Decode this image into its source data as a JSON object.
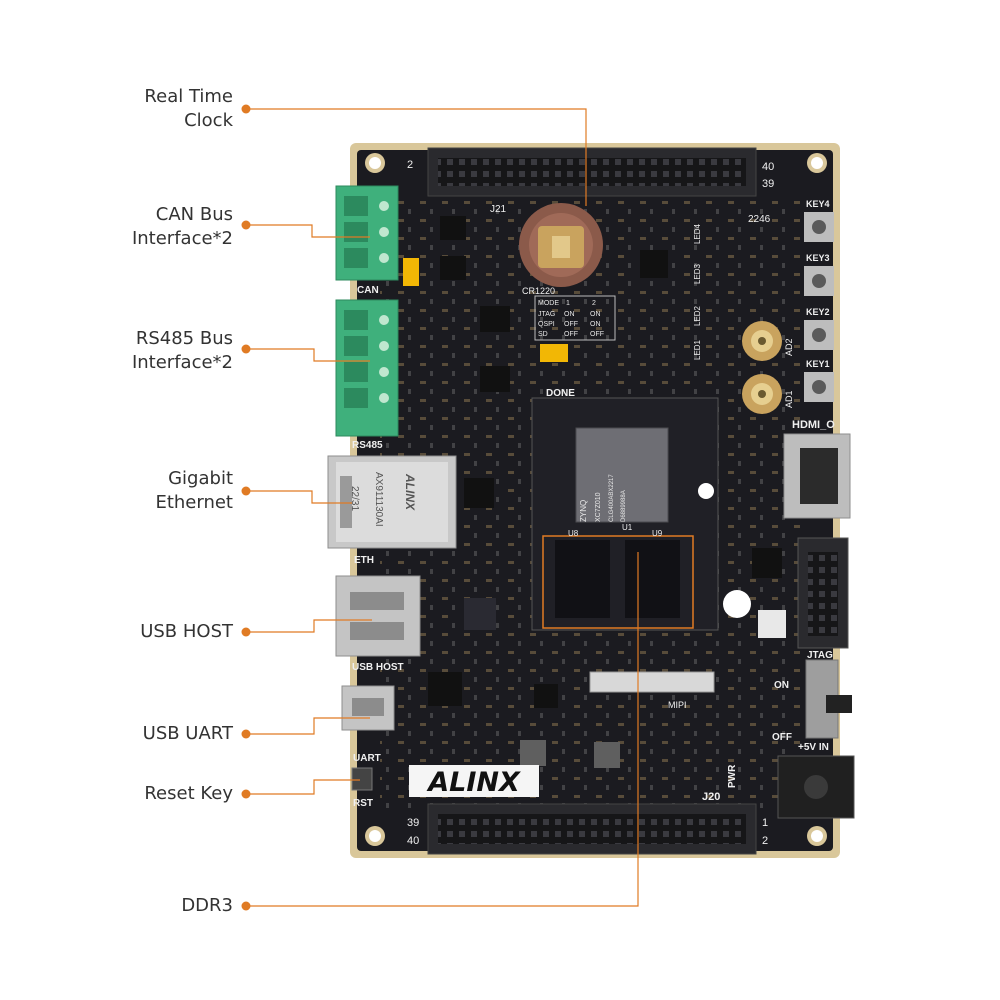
{
  "colors": {
    "leader": "#e07b24",
    "label_text": "#333333",
    "board": "#1b1b20",
    "board_edge": "#d9c79a",
    "terminal": "#3fb07c",
    "connector": "#2a2a2e"
  },
  "callouts": [
    {
      "id": "rtc",
      "lines": [
        "Real Time",
        "Clock"
      ]
    },
    {
      "id": "can",
      "lines": [
        "CAN Bus",
        "Interface*2"
      ]
    },
    {
      "id": "rs485",
      "lines": [
        "RS485 Bus",
        "Interface*2"
      ]
    },
    {
      "id": "eth",
      "lines": [
        "Gigabit",
        "Ethernet"
      ]
    },
    {
      "id": "usbhost",
      "lines": [
        "USB HOST"
      ]
    },
    {
      "id": "usbuart",
      "lines": [
        "USB UART"
      ]
    },
    {
      "id": "reset",
      "lines": [
        "Reset Key"
      ]
    },
    {
      "id": "ddr3",
      "lines": [
        "DDR3"
      ]
    }
  ],
  "board": {
    "brand": "ALINX",
    "silkscreen": {
      "j21": "J21",
      "j20": "J20",
      "pin_tl": "2",
      "pin_tr_40": "40",
      "pin_tr_39": "39",
      "pin_bl_39": "39",
      "pin_bl_40": "40",
      "pin_br_1": "1",
      "pin_br_2": "2",
      "battery": "CR1220",
      "board_num": "2246",
      "can": "CAN",
      "rs485": "RS485",
      "eth": "ETH",
      "usb_host": "USB HOST",
      "uart": "UART",
      "rst": "RST",
      "done": "DONE",
      "mipi": "MIPI",
      "pwr": "PWR",
      "hdmi": "HDMI_O",
      "jtag": "JTAG",
      "on": "ON",
      "off": "OFF",
      "power_in": "+5V IN",
      "key1": "KEY1",
      "key2": "KEY2",
      "key3": "KEY3",
      "key4": "KEY4",
      "ad1": "AD1",
      "ad2": "AD2",
      "led1": "LED1",
      "led2": "LED2",
      "led3": "LED3",
      "led4": "LED4",
      "u1": "U1",
      "u8": "U8",
      "u9": "U9"
    },
    "eth_chip": {
      "brand": "ALINX",
      "part": "AX911130AI",
      "date": "22/31"
    },
    "fpga": {
      "brand": "ZYNQ",
      "part": "XC7Z010",
      "code": "CLG400ABX2217",
      "lot": "D6889988A"
    },
    "mode_table": {
      "headers": [
        "MODE",
        "1",
        "2"
      ],
      "rows": [
        [
          "JTAG",
          "ON",
          "ON"
        ],
        [
          "QSPI",
          "OFF",
          "ON"
        ],
        [
          "SD",
          "OFF",
          "OFF"
        ]
      ]
    }
  }
}
